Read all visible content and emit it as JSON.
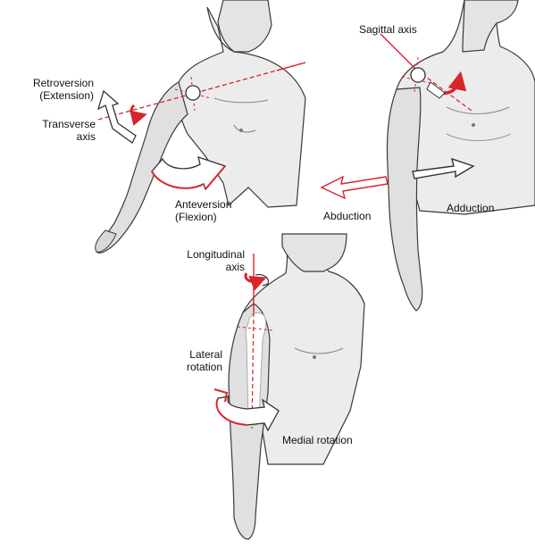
{
  "figures": {
    "flexion": {
      "labels": {
        "retroversion": "Retroversion",
        "extension": "(Extension)",
        "transverse": "Transverse",
        "transverse_axis": "axis",
        "anteversion": "Anteversion",
        "flexion": "(Flexion)"
      }
    },
    "abduction": {
      "labels": {
        "sagittal_axis": "Sagittal axis",
        "abduction": "Abduction",
        "adduction": "Adduction"
      }
    },
    "rotation": {
      "labels": {
        "longitudinal": "Longitudinal",
        "longitudinal_axis": "axis",
        "lateral": "Lateral",
        "rotation": "rotation",
        "medial_rotation": "Medial rotation"
      }
    }
  },
  "colors": {
    "axis_red": "#d8242b",
    "skin_fill": "#ececec",
    "skin_shade": "#cfcfcf",
    "outline": "#3a3a3a",
    "arrow_fill": "#ffffff"
  }
}
